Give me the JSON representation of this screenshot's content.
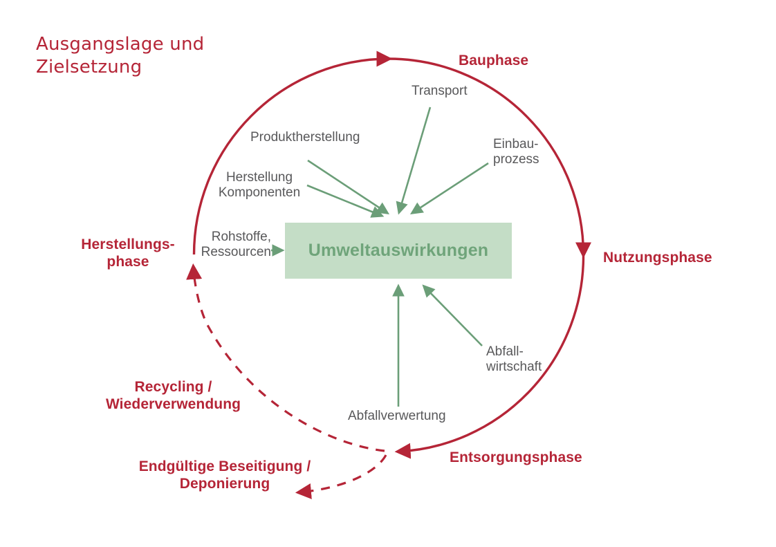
{
  "diagram": {
    "title": "Ausgangslage und\nZielsetzung",
    "center_box": {
      "label": "Umweltauswirkungen",
      "fill_color": "#c4ddc6",
      "text_color": "#6fa47a"
    },
    "colors": {
      "red": "#b52537",
      "green": "#6b9e78",
      "grey_text": "#58585a",
      "box_fill": "#c4ddc6"
    },
    "lifecycle_phases": [
      {
        "id": "bauphase",
        "label": "Bauphase"
      },
      {
        "id": "nutzungsphase",
        "label": "Nutzungsphase"
      },
      {
        "id": "entsorgungsphase",
        "label": "Entsorgungsphase"
      },
      {
        "id": "endgueltige-beseitigung",
        "label": "Endgültige Beseitigung /\nDeponierung"
      },
      {
        "id": "recycling",
        "label": "Recycling /\nWiederverwendung"
      },
      {
        "id": "herstellungsphase",
        "label": "Herstellungs-\nphase"
      }
    ],
    "impact_inputs": [
      {
        "id": "produktherstellung",
        "label": "Produktherstellung"
      },
      {
        "id": "transport",
        "label": "Transport"
      },
      {
        "id": "einbauprozess",
        "label": "Einbau-\nprozess"
      },
      {
        "id": "herstellung-komponenten",
        "label": "Herstellung\nKomponenten"
      },
      {
        "id": "rohstoffe-ressourcen",
        "label": "Rohstoffe,\nRessourcen"
      },
      {
        "id": "abfallwirtschaft",
        "label": "Abfall-\nwirtschaft"
      },
      {
        "id": "abfallverwertung",
        "label": "Abfallverwertung"
      }
    ]
  }
}
